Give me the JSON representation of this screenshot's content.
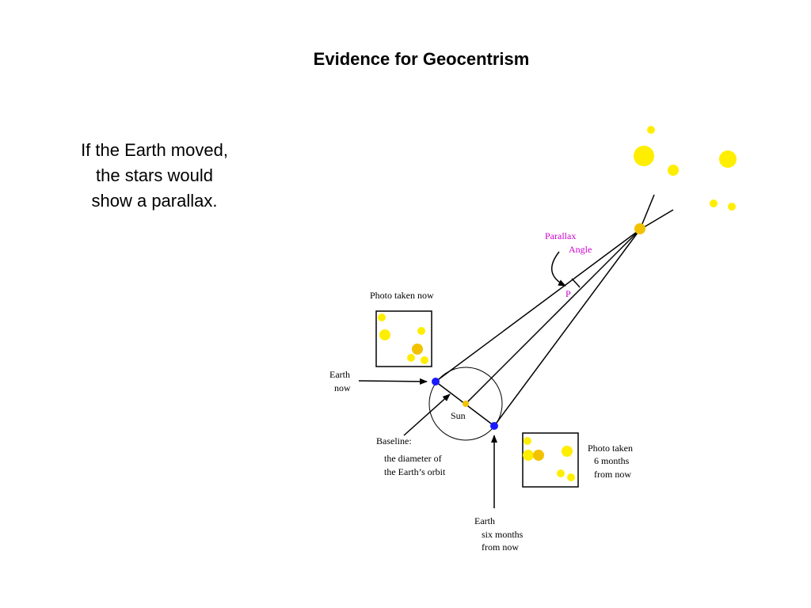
{
  "slide": {
    "title": "Evidence for Geocentrism",
    "body_lines": [
      "If the Earth moved,",
      "the stars would",
      "show a parallax."
    ]
  },
  "diagram": {
    "labels": {
      "parallax": "Parallax",
      "angle": "Angle",
      "p": "P",
      "photo_now": "Photo taken now",
      "photo_later_lines": [
        "Photo taken",
        "6 months",
        "from now"
      ],
      "earth_now_lines": [
        "Earth",
        "now"
      ],
      "sun": "Sun",
      "baseline_lines": [
        "Baseline:",
        "the diameter of",
        "the Earth’s orbit"
      ],
      "earth_later_lines": [
        "Earth",
        "six months",
        "from now"
      ]
    },
    "colors": {
      "star": "#ffee00",
      "near_star": "#f2c200",
      "earth": "#1a1aff",
      "sun": "#f2c200",
      "parallax_label": "#cc00cc",
      "lines": "#000000"
    }
  }
}
